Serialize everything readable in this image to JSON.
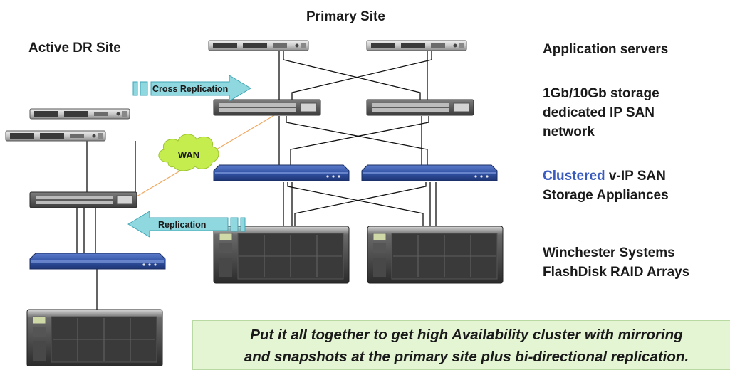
{
  "labels": {
    "primary_site": "Primary Site",
    "dr_site": "Active DR Site",
    "app_servers": "Application servers",
    "san_network": [
      "1Gb/10Gb storage",
      "dedicated IP SAN",
      "network"
    ],
    "clustered_word": "Clustered",
    "appliances_line1_rest": " v-IP SAN",
    "appliances_line2": "Storage Appliances",
    "raid": [
      "Winchester Systems",
      "FlashDisk RAID Arrays"
    ],
    "cross_replication": "Cross Replication",
    "replication": "Replication",
    "wan": "WAN"
  },
  "caption": [
    "Put it all together to get high Availability cluster with mirroring",
    "and snapshots at the primary site plus bi-directional replication."
  ],
  "colors": {
    "arrow_fill": "#8fd8e0",
    "arrow_stroke": "#3fa6b4",
    "cloud_fill": "#c6ed4e",
    "appliance_blue": "#2f4fa0",
    "caption_bg": "#e4f5d4",
    "wan_link": "#f0a860",
    "clustered_text": "#3a5bbf"
  }
}
